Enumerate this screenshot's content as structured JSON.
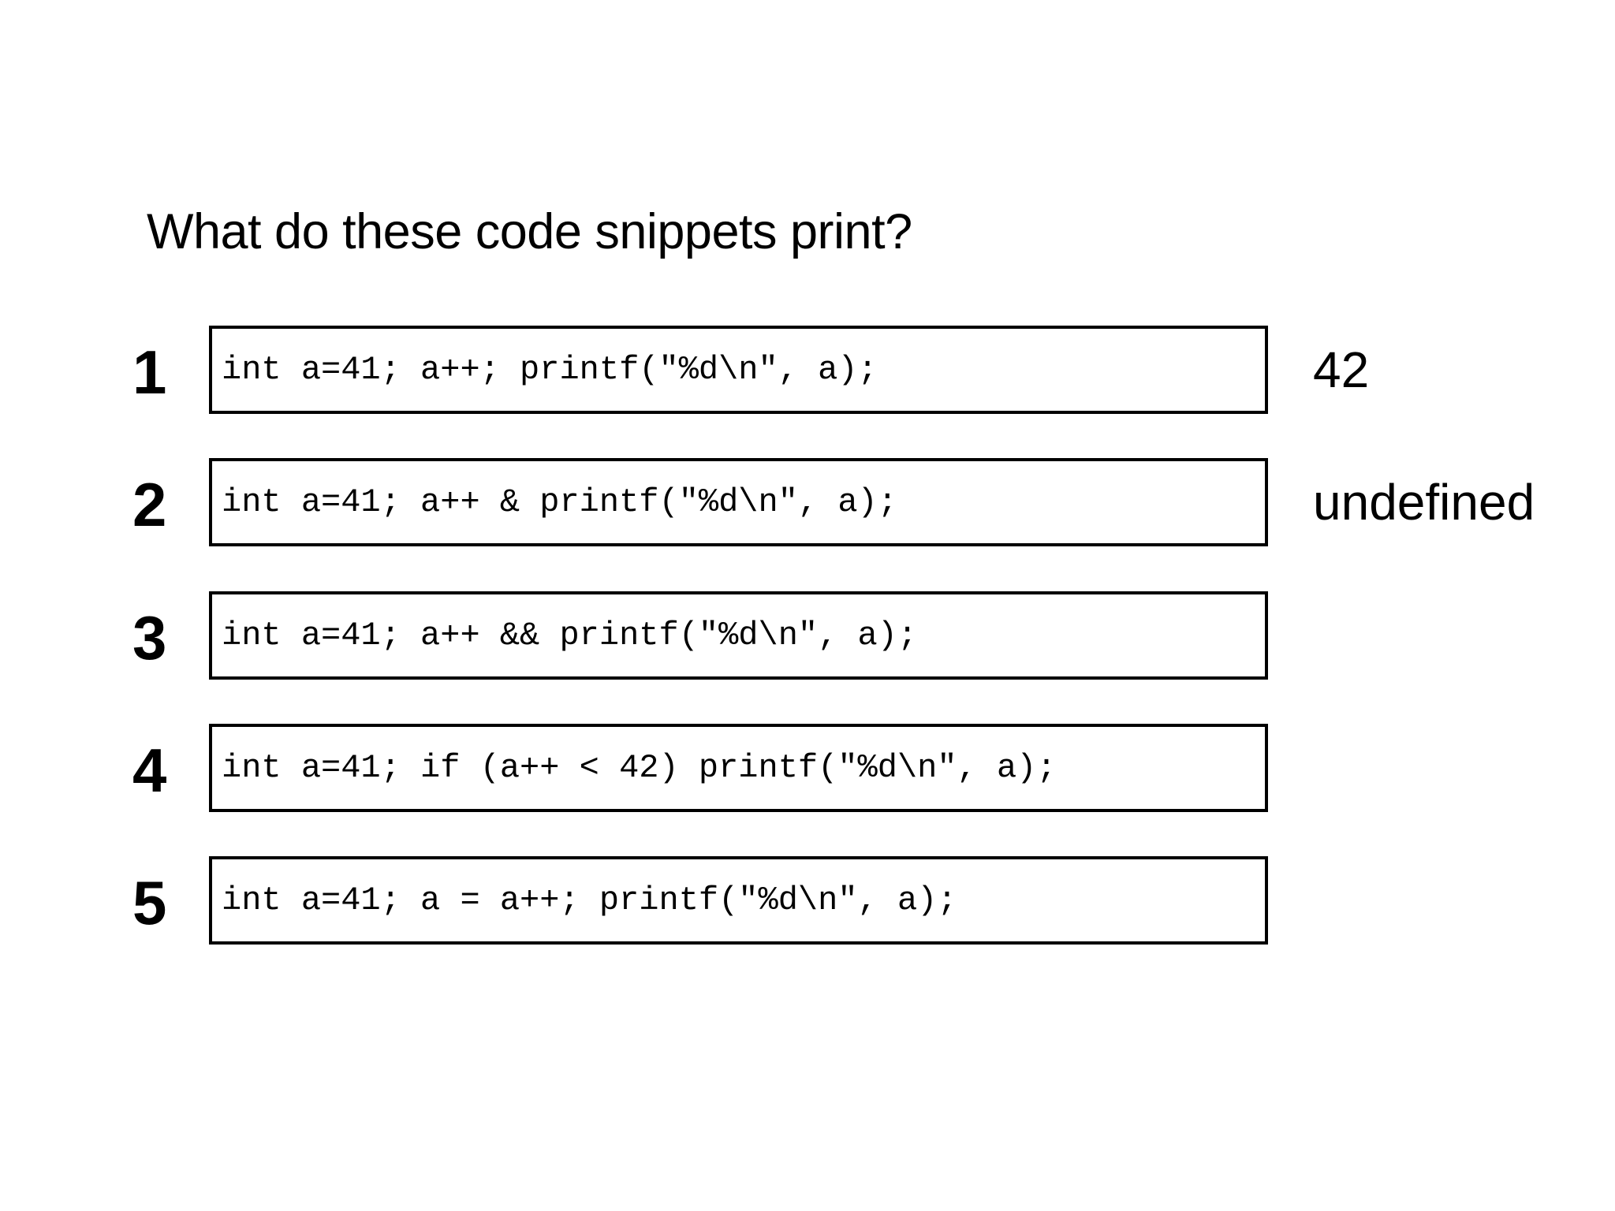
{
  "slide": {
    "title": "What do these code snippets print?",
    "background_color": "#ffffff",
    "text_color": "#000000",
    "border_color": "#000000"
  },
  "snippets": [
    {
      "number": "1",
      "code": "int a=41; a++; printf(\"%d\\n\", a);",
      "answer": "42"
    },
    {
      "number": "2",
      "code": "int a=41; a++ & printf(\"%d\\n\", a);",
      "answer": "undefined"
    },
    {
      "number": "3",
      "code": "int a=41; a++ && printf(\"%d\\n\", a);",
      "answer": ""
    },
    {
      "number": "4",
      "code": "int a=41; if (a++ < 42) printf(\"%d\\n\", a);",
      "answer": ""
    },
    {
      "number": "5",
      "code": "int a=41; a = a++; printf(\"%d\\n\", a);",
      "answer": ""
    }
  ]
}
